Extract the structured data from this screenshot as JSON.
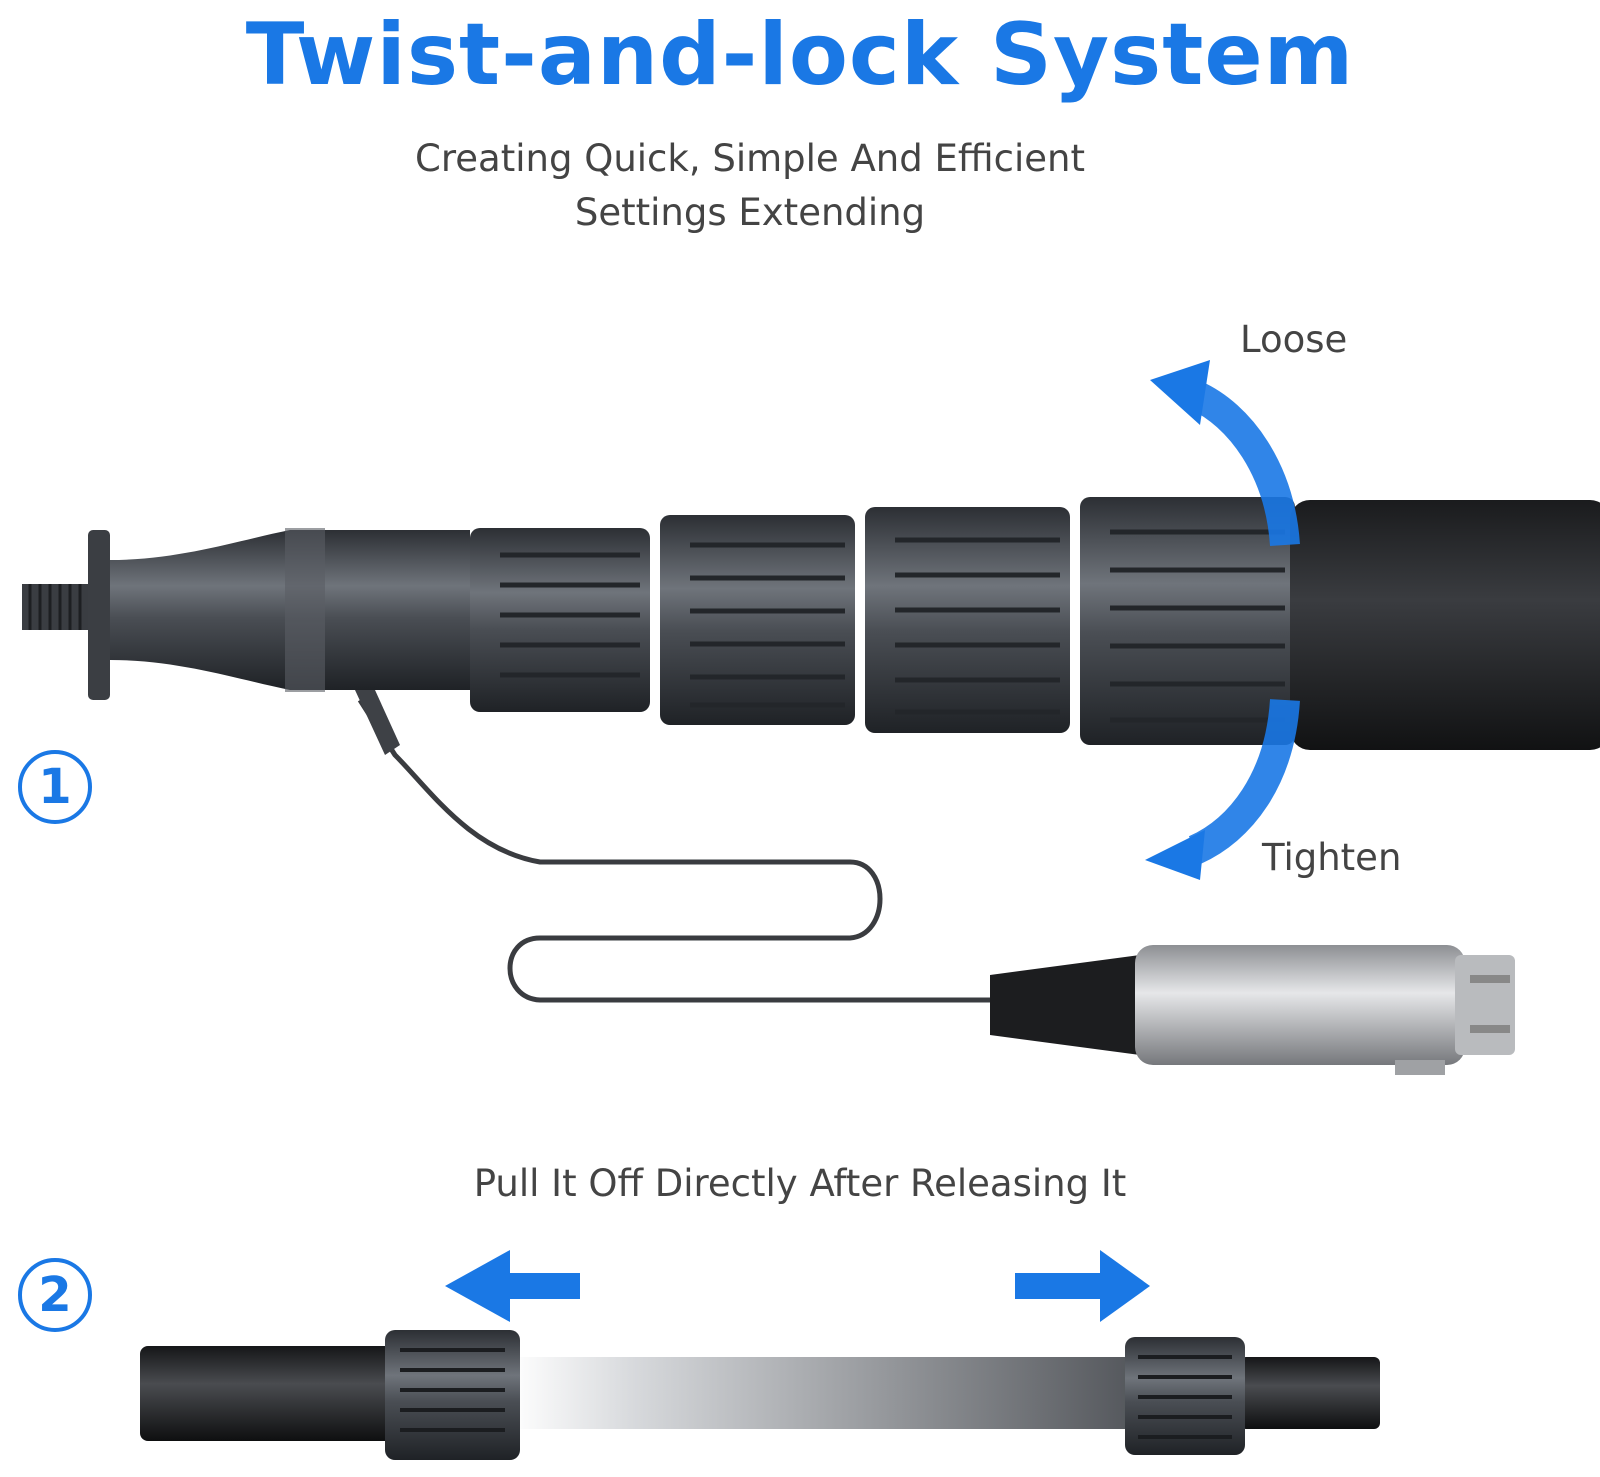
{
  "header": {
    "title": "Twist-and-lock System",
    "subtitle_line1": "Creating Quick, Simple And Efficient",
    "subtitle_line2": "Settings Extending"
  },
  "rotation": {
    "loose_label": "Loose",
    "tighten_label": "Tighten"
  },
  "steps": {
    "step1": "1",
    "step2": "2"
  },
  "pull": {
    "caption": "Pull It Off Directly After Releasing It"
  },
  "colors": {
    "accent": "#1a78e5",
    "text": "#444444"
  },
  "icons": {
    "loose_arrow": "curved-arrow-up-icon",
    "tighten_arrow": "curved-arrow-down-icon",
    "left_arrow": "arrow-left-icon",
    "right_arrow": "arrow-right-icon"
  }
}
